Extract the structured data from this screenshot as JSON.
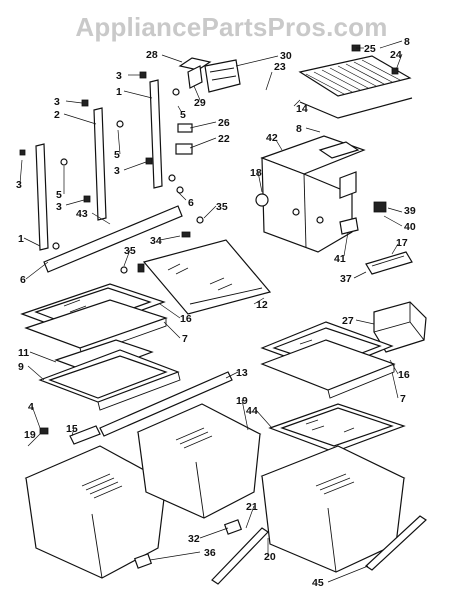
{
  "watermark": "AppliancePartsPros.com",
  "diagram": {
    "labels": [
      {
        "id": "28",
        "text": "28"
      },
      {
        "id": "30",
        "text": "30"
      },
      {
        "id": "8a",
        "text": "8"
      },
      {
        "id": "25",
        "text": "25"
      },
      {
        "id": "24",
        "text": "24"
      },
      {
        "id": "3a",
        "text": "3"
      },
      {
        "id": "23",
        "text": "23"
      },
      {
        "id": "29",
        "text": "29"
      },
      {
        "id": "14",
        "text": "14"
      },
      {
        "id": "3b",
        "text": "3"
      },
      {
        "id": "1a",
        "text": "1"
      },
      {
        "id": "5a",
        "text": "5"
      },
      {
        "id": "2",
        "text": "2"
      },
      {
        "id": "26",
        "text": "26"
      },
      {
        "id": "22",
        "text": "22"
      },
      {
        "id": "8b",
        "text": "8"
      },
      {
        "id": "42",
        "text": "42"
      },
      {
        "id": "5b",
        "text": "5"
      },
      {
        "id": "3c",
        "text": "3"
      },
      {
        "id": "18",
        "text": "18"
      },
      {
        "id": "3d",
        "text": "3"
      },
      {
        "id": "5c",
        "text": "5"
      },
      {
        "id": "6a",
        "text": "6"
      },
      {
        "id": "3e",
        "text": "3"
      },
      {
        "id": "43",
        "text": "43"
      },
      {
        "id": "35a",
        "text": "35"
      },
      {
        "id": "39",
        "text": "39"
      },
      {
        "id": "40",
        "text": "40"
      },
      {
        "id": "1b",
        "text": "1"
      },
      {
        "id": "35b",
        "text": "35"
      },
      {
        "id": "34",
        "text": "34"
      },
      {
        "id": "41",
        "text": "41"
      },
      {
        "id": "17",
        "text": "17"
      },
      {
        "id": "6b",
        "text": "6"
      },
      {
        "id": "37",
        "text": "37"
      },
      {
        "id": "12",
        "text": "12"
      },
      {
        "id": "16a",
        "text": "16"
      },
      {
        "id": "27",
        "text": "27"
      },
      {
        "id": "7a",
        "text": "7"
      },
      {
        "id": "11",
        "text": "11"
      },
      {
        "id": "9",
        "text": "9"
      },
      {
        "id": "16b",
        "text": "16"
      },
      {
        "id": "13",
        "text": "13"
      },
      {
        "id": "7b",
        "text": "7"
      },
      {
        "id": "4",
        "text": "4"
      },
      {
        "id": "19a",
        "text": "19"
      },
      {
        "id": "44",
        "text": "44"
      },
      {
        "id": "15",
        "text": "15"
      },
      {
        "id": "19b",
        "text": "19"
      },
      {
        "id": "21",
        "text": "21"
      },
      {
        "id": "32",
        "text": "32"
      },
      {
        "id": "36",
        "text": "36"
      },
      {
        "id": "20",
        "text": "20"
      },
      {
        "id": "45",
        "text": "45"
      }
    ]
  }
}
